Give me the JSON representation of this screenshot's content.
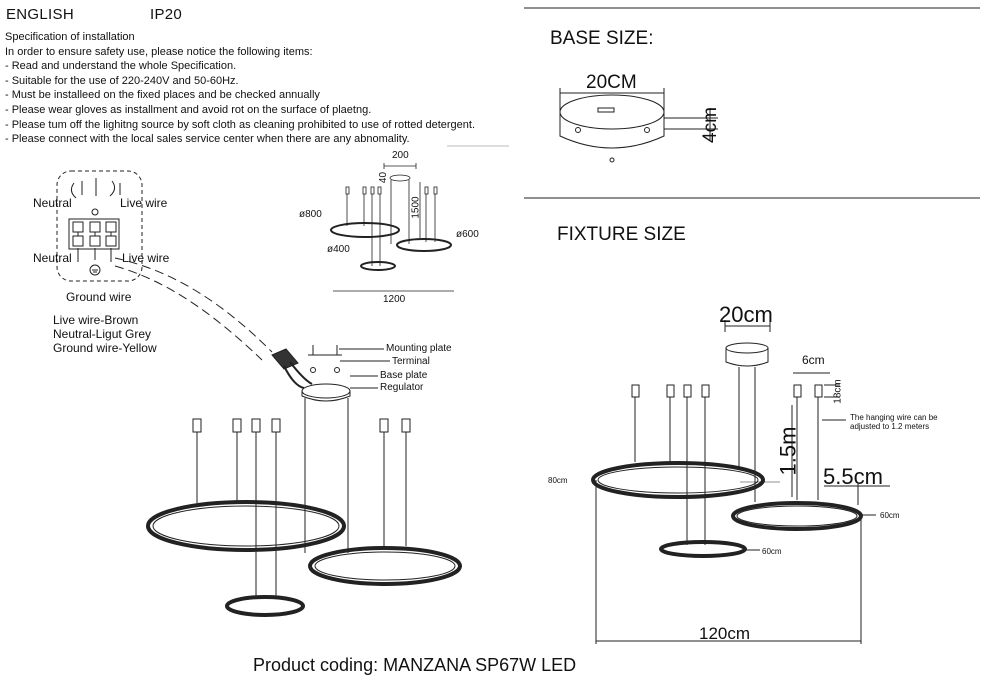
{
  "header": {
    "language": "ENGLISH",
    "ip_rating": "IP20"
  },
  "spec": {
    "title": "Specification of installation",
    "intro": "In order to ensure safety use, please notice the following items:",
    "items": [
      "- Read and understand the whole Specification.",
      "- Suitable for the use of 220-240V and 50-60Hz.",
      "- Must be installeed on the fixed places and be checked annually",
      "- Please wear gloves as installment and avoid rot on the surface of plaetng.",
      "- Please tum off the lighitng source by soft cloth as cleaning prohibited to use of rotted detergent.",
      "- Please connect with the local sales service center when there are any abnomality."
    ]
  },
  "wiring": {
    "neutral_1": "Neutral",
    "live_1": "Live wire",
    "neutral_2": "Neutral",
    "live_2": "Live wire",
    "ground": "Ground wire",
    "legend": [
      "Live wire-Brown",
      "Neutral-Ligut Grey",
      "Ground wire-Yellow"
    ]
  },
  "mount_labels": {
    "mounting_plate": "Mounting plate",
    "terminal": "Terminal",
    "base_plate": "Base plate",
    "regulator": "Regulator"
  },
  "small_diagram": {
    "d200": "200",
    "d40": "40",
    "d1500": "1500",
    "d800": "ø800",
    "d600": "ø600",
    "d400": "ø400",
    "d1200": "1200"
  },
  "base_size": {
    "title": "BASE SIZE:",
    "width": "20CM",
    "height": "4cm"
  },
  "fixture_size": {
    "title": "FIXTURE SIZE",
    "canopy": "20cm",
    "pendant": "6cm",
    "pendant_h": "18cm",
    "wire_note": "The hanging wire can be adjusted to 1.2 meters",
    "drop": "1.5m",
    "ring_h": "5.5cm",
    "ring_80": "80cm",
    "ring_60a": "60cm",
    "ring_60b": "60cm",
    "total": "120cm"
  },
  "footer": {
    "product": "Product coding: MANZANA SP67W LED"
  }
}
